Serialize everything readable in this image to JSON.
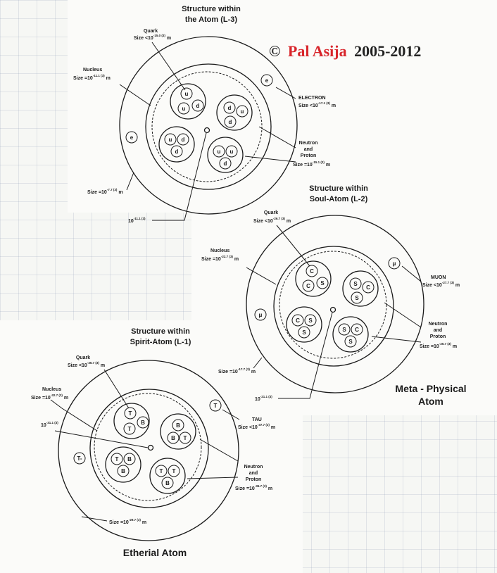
{
  "copyright": {
    "symbol": "©",
    "name": "Pal Asija",
    "years": "2005-2012"
  },
  "atom_l3": {
    "title_line1": "Structure within",
    "title_line2": "the Atom (L-3)",
    "quark": {
      "label": "Quark",
      "size_base": "Size <10",
      "size_exp": "-15.0 (3)",
      "unit": "m"
    },
    "nucleus": {
      "label": "Nucleus",
      "size_base": "Size =10",
      "size_exp": "-11.1 (3)",
      "unit": "m"
    },
    "electron": {
      "label": "ELECTRON",
      "size_base": "Size <10",
      "size_exp": "-17.1 (3)",
      "unit": "m"
    },
    "neutron_proton": {
      "line1": "Neutron",
      "line2": "and",
      "line3": "Proton",
      "size_base": "Size =10",
      "size_exp": "-15.1 (3)",
      "unit": "m"
    },
    "atom_size": {
      "size_base": "Size =10",
      "size_exp": "-7.7 (3)",
      "unit": "m"
    },
    "center_label": {
      "base": "10",
      "exp": "-11.1 (3)"
    },
    "particle_e": "e",
    "clusters": [
      [
        "u",
        "u",
        "d"
      ],
      [
        "d",
        "u",
        "d"
      ],
      [
        "u",
        "d",
        "d"
      ],
      [
        "u",
        "u",
        "d"
      ]
    ]
  },
  "atom_l2": {
    "title_line1": "Structure within",
    "title_line2": "Soul-Atom (L-2)",
    "quark": {
      "label": "Quark",
      "size_base": "Size <10",
      "size_exp": "-26.7 (3)",
      "unit": "m"
    },
    "nucleus": {
      "label": "Nucleus",
      "size_base": "Size =10",
      "size_exp": "-22.7 (3)",
      "unit": "m"
    },
    "muon": {
      "label": "MUON",
      "size_base": "Size <10",
      "size_exp": "-27.7 (3)",
      "unit": "m"
    },
    "neutron_proton": {
      "line1": "Neutron",
      "line2": "and",
      "line3": "Proton",
      "size_base": "Size =10",
      "size_exp": "-26.7 (3)",
      "unit": "m"
    },
    "atom_size": {
      "size_base": "Size =10",
      "size_exp": "-17.7 (3)",
      "unit": "m"
    },
    "center_label": {
      "base": "10",
      "exp": "-21.1 (3)"
    },
    "particle_m": "μ",
    "clusters": [
      [
        "C",
        "C",
        "S"
      ],
      [
        "S",
        "C",
        "S"
      ],
      [
        "C",
        "S",
        "S"
      ],
      [
        "S",
        "C",
        "S"
      ]
    ],
    "caption_line1": "Meta - Physical",
    "caption_line2": "Atom"
  },
  "atom_l1": {
    "title_line1": "Structure within",
    "title_line2": "Spirit-Atom (L-1)",
    "quark": {
      "label": "Quark",
      "size_base": "Size <10",
      "size_exp": "-36.7 (3)",
      "unit": "m"
    },
    "nucleus": {
      "label": "Nucleus",
      "size_base": "Size =10",
      "size_exp": "-32.7 (3)",
      "unit": "m"
    },
    "tau": {
      "label": "TAU",
      "size_base": "Size <10",
      "size_exp": "-37.7 (3)",
      "unit": "m"
    },
    "neutron_proton": {
      "line1": "Neutron",
      "line2": "and",
      "line3": "Proton",
      "size_base": "Size =10",
      "size_exp": "-36.7 (3)",
      "unit": "m"
    },
    "atom_size": {
      "size_base": "Size =10",
      "size_exp": "-29.7 (3)",
      "unit": "m"
    },
    "center_label": {
      "base": "10",
      "exp": "-31.1 (3)"
    },
    "particle_t": "T-",
    "clusters": [
      [
        "T",
        "B",
        "T"
      ],
      [
        "B",
        "B",
        "T"
      ],
      [
        "T",
        "B",
        "B"
      ],
      [
        "T",
        "T",
        "B"
      ]
    ],
    "caption": "Etherial Atom"
  }
}
